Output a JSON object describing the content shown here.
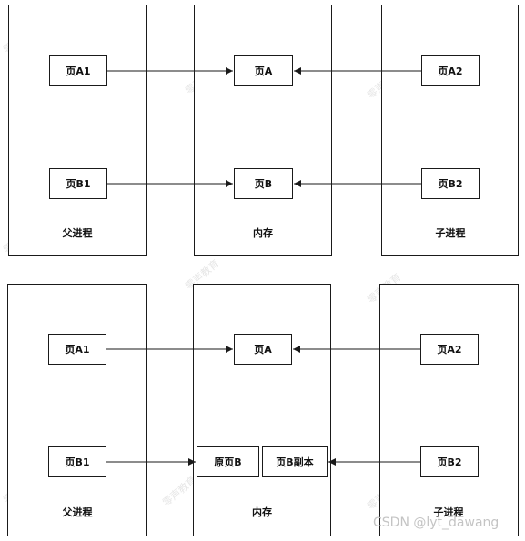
{
  "diagrams": [
    {
      "parent": {
        "label": "父进程",
        "page_a": "页A1",
        "page_b": "页B1"
      },
      "memory": {
        "label": "内存",
        "page_a": "页A",
        "page_b": "页B"
      },
      "child": {
        "label": "子进程",
        "page_a": "页A2",
        "page_b": "页B2"
      }
    },
    {
      "parent": {
        "label": "父进程",
        "page_a": "页A1",
        "page_b": "页B1"
      },
      "memory": {
        "label": "内存",
        "page_a": "页A",
        "page_b_original": "原页B",
        "page_b_copy": "页B副本"
      },
      "child": {
        "label": "子进程",
        "page_a": "页A2",
        "page_b": "页B2"
      }
    }
  ],
  "watermark": "零声教育",
  "credit": "CSDN @lyt_dawang",
  "colors": {
    "stroke": "#1a1a1a",
    "watermark": "#e6e6e6",
    "credit": "#c4c4c4"
  }
}
